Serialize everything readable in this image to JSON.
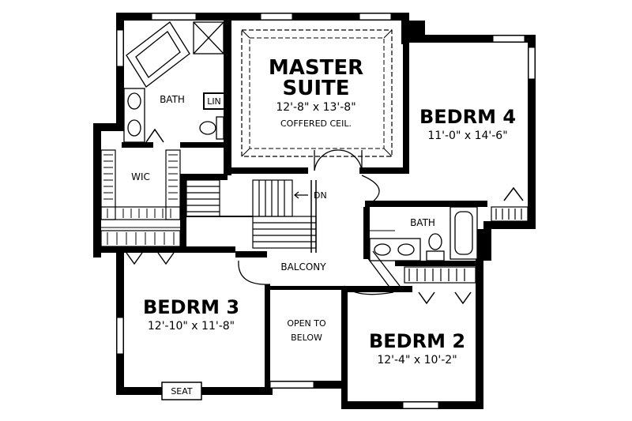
{
  "rooms": {
    "master": {
      "name_line1": "MASTER",
      "name_line2": "SUITE",
      "size": "12'-8\" x 13'-8\"",
      "note": "COFFERED CEIL."
    },
    "bedroom4": {
      "name": "BEDRM 4",
      "size": "11'-0\" x 14'-6\""
    },
    "bedroom3": {
      "name": "BEDRM 3",
      "size": "12'-10\" x 11'-8\""
    },
    "bedroom2": {
      "name": "BEDRM 2",
      "size": "12'-4\" x 10'-2\""
    },
    "bath_master": {
      "name": "BATH"
    },
    "bath_hall": {
      "name": "BATH"
    },
    "linen": {
      "name": "LIN"
    },
    "wic": {
      "name": "WIC"
    },
    "balcony": {
      "name": "BALCONY"
    },
    "open_below": {
      "line1": "OPEN TO",
      "line2": "BELOW"
    },
    "seat": {
      "name": "SEAT"
    }
  },
  "stairs": {
    "direction_label": "DN"
  },
  "colors": {
    "wall": "#000000",
    "background": "#ffffff"
  }
}
